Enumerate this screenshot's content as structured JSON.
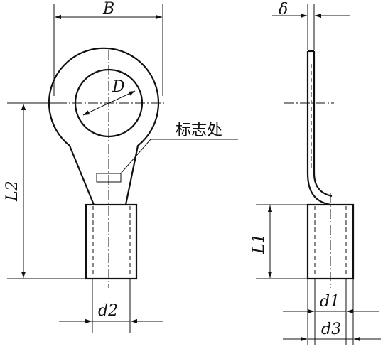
{
  "labels": {
    "B": "B",
    "D": "D",
    "delta": "δ",
    "L2": "L2",
    "L1": "L1",
    "d2": "d2",
    "d1": "d1",
    "d3": "d3",
    "marking": "标志处"
  }
}
